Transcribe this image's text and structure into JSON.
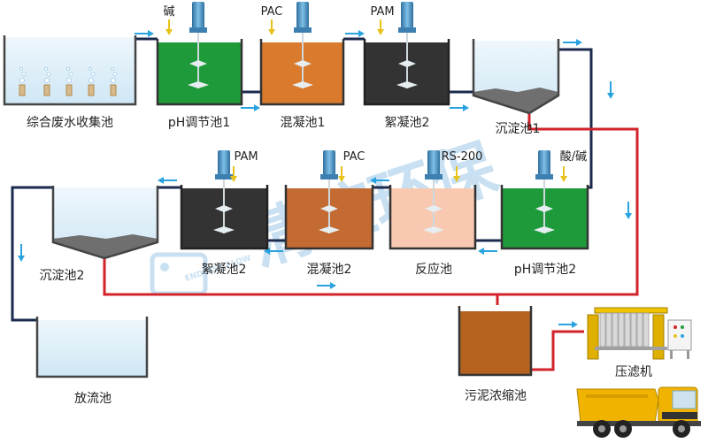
{
  "colors": {
    "pipe_dark": "#1b2a4e",
    "pipe_red": "#d2232a",
    "flow_arrow": "#29a3df",
    "dose_arrow": "#e8c21c",
    "water": "#e1f1fa",
    "sludge": "#6f6f6f",
    "watermark": "#9cc8e6",
    "tank_ph": "#1f9a3a",
    "tank_coag": "#d97a2c",
    "tank_floc": "#333333",
    "tank_coag2": "#c46a33",
    "tank_react": "#f8c8b0",
    "tank_thick": "#b5621f",
    "truck_yellow": "#f0b400"
  },
  "watermark": {
    "text": "清控环保",
    "sub": "ENDLESS FLOW"
  },
  "row1": {
    "collect": "综合废水收集池",
    "ph1": "pH调节池1",
    "coag1": "混凝池1",
    "floc1": "絮凝池2",
    "sed1": "沉淀池1"
  },
  "row1_dosing": {
    "ph1": "碱",
    "coag1": "PAC",
    "floc1": "PAM"
  },
  "row2": {
    "sed2": "沉淀池2",
    "floc2": "絮凝池2",
    "coag2": "混凝池2",
    "react": "反应池",
    "ph2": "pH调节池2"
  },
  "row2_dosing": {
    "floc2": "PAM",
    "coag2": "PAC",
    "react": "RS-200",
    "ph2": "酸/碱"
  },
  "row3": {
    "discharge": "放流池",
    "thickener": "污泥浓缩池",
    "press": "压滤机"
  }
}
